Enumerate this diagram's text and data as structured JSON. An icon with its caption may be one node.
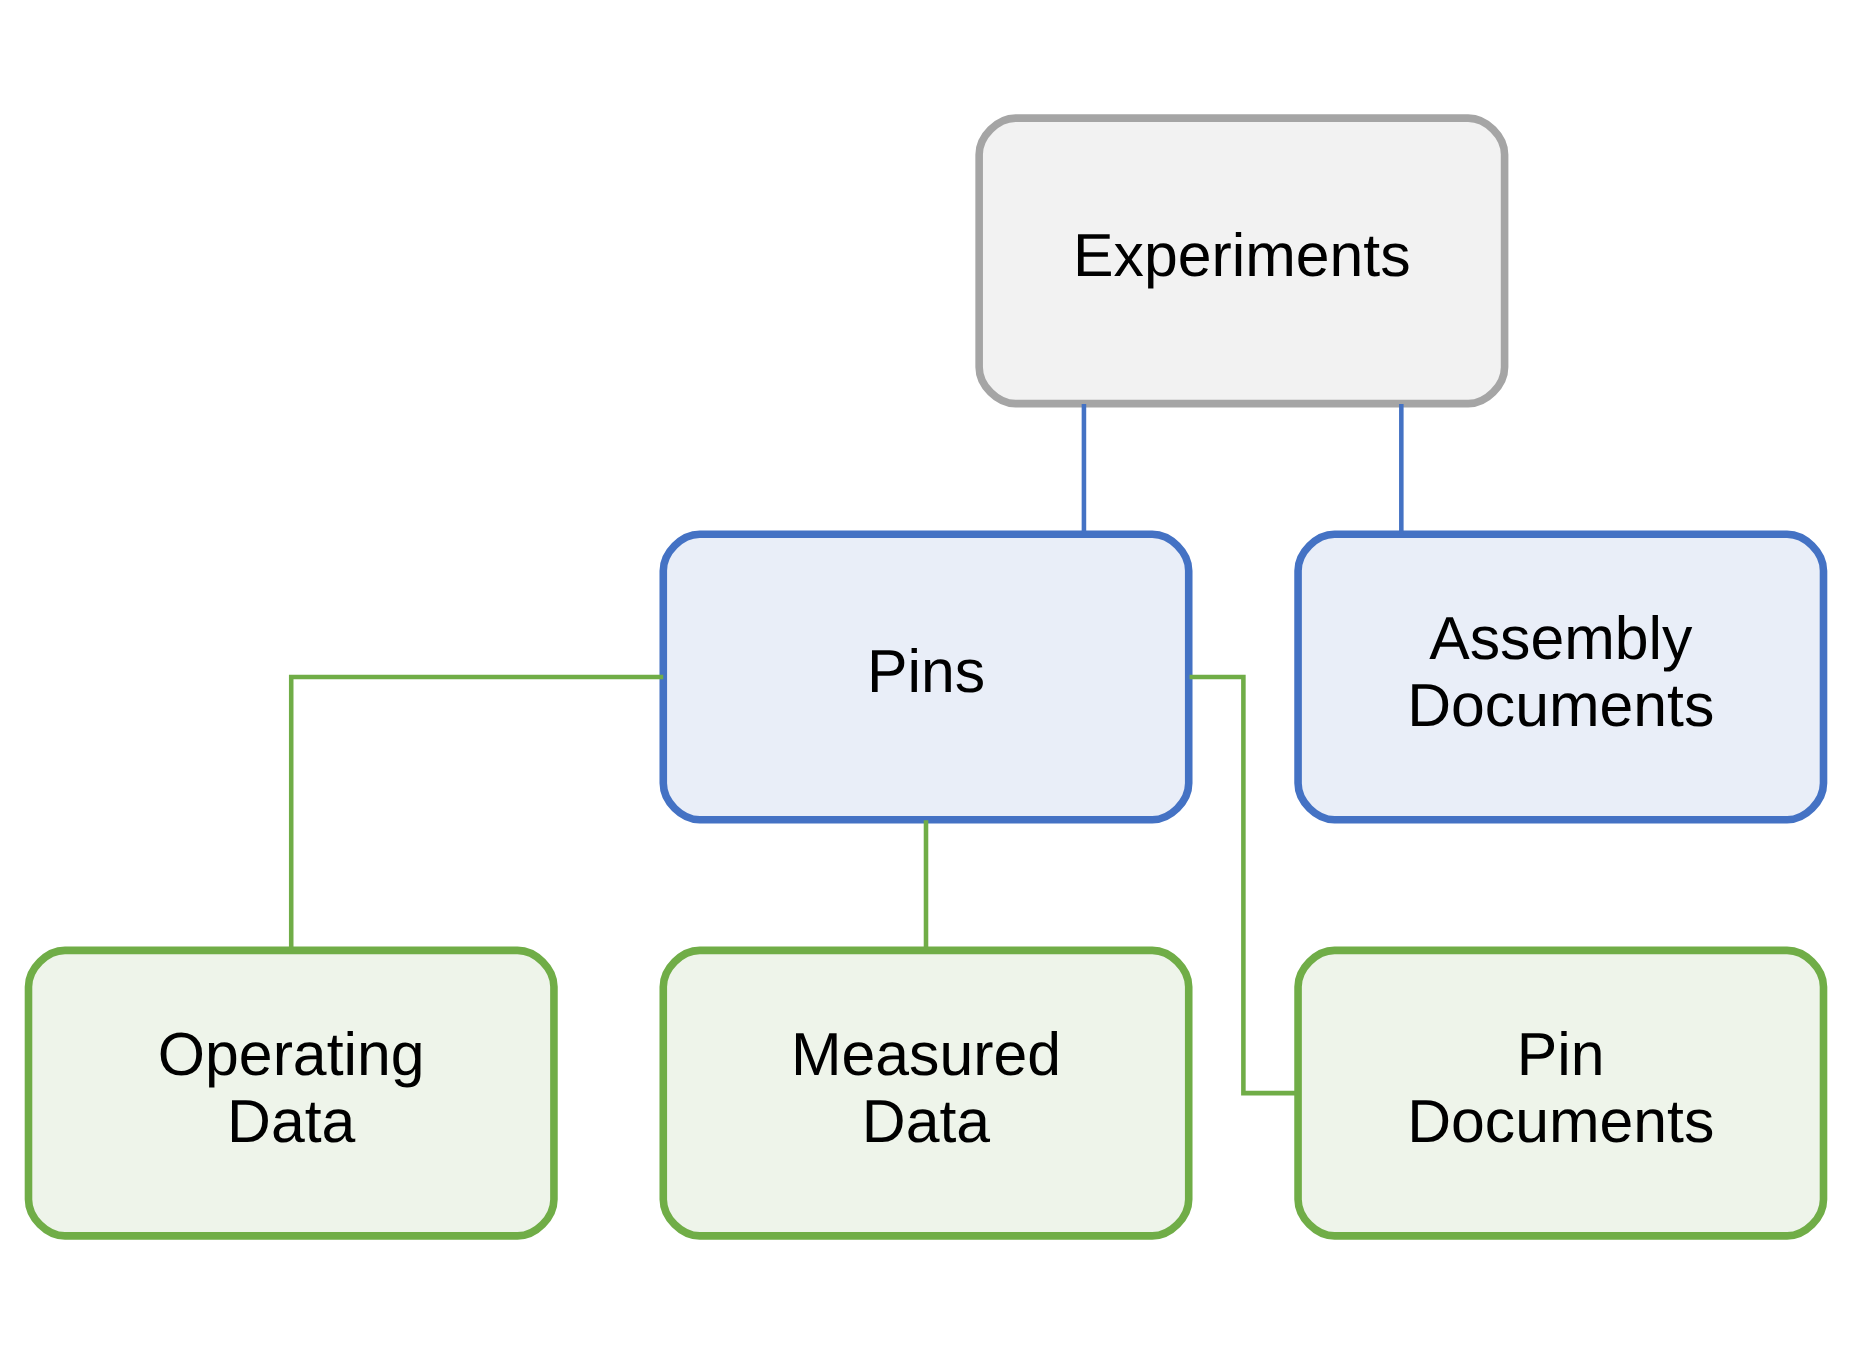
{
  "diagram": {
    "nodes": [
      {
        "text": [
          "Experiments"
        ]
      },
      {
        "text": [
          "Pins"
        ]
      },
      {
        "text": [
          "Assembly Documents"
        ]
      },
      {
        "text": [
          "Operating Data"
        ]
      },
      {
        "text": [
          "Measured Data"
        ]
      },
      {
        "text": [
          "Pin Documents"
        ]
      }
    ],
    "edges": [
      {
        "from": 0,
        "to": 1,
        "arrow": "none",
        "color": "#4472c4"
      },
      {
        "from": 0,
        "to": 2,
        "arrow": "none",
        "color": "#4472c4"
      },
      {
        "from": 1,
        "to": 3,
        "arrow": "none"
      },
      {
        "from": 1,
        "to": 4,
        "arrow": "none"
      },
      {
        "from": 1,
        "to": 5,
        "arrow": "none"
      }
    ]
  }
}
